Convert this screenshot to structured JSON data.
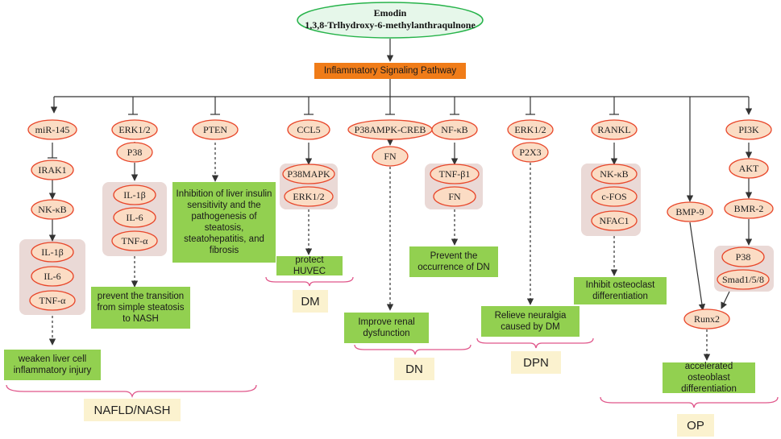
{
  "root": {
    "name": "Emodin",
    "formula": "1,3,8-Trlhydroxy-6-methylanthraqulnone",
    "pathway": "Inflammatory Signaling Pathway"
  },
  "nodes": {
    "mir145": "miR-145",
    "irak1": "IRAK1",
    "nkkb_1": "NK-κB",
    "il1b_1": "IL-1β",
    "il6_1": "IL-6",
    "tnfa_1": "TNF-α",
    "erk12_1": "ERK1/2",
    "p38_1": "P38",
    "il1b_2": "IL-1β",
    "il6_2": "IL-6",
    "tnfa_2": "TNF-α",
    "pten": "PTEN",
    "ccl5": "CCL5",
    "p38mapk": "P38MAPK",
    "erk12_2": "ERK1/2",
    "p38ampk": "P38AMPK-CREB",
    "fn_1": "FN",
    "nfkb": "NF-κB",
    "tnfb1": "TNF-β1",
    "fn_2": "FN",
    "erk12_3": "ERK1/2",
    "p2x3": "P2X3",
    "rankl": "RANKL",
    "nkkb_2": "NK-κB",
    "cfos": "c-FOS",
    "nfac1": "NFAC1",
    "bmp9": "BMP-9",
    "pi3k": "PI3K",
    "akt": "AKT",
    "bmr2": "BMR-2",
    "p38_2": "P38",
    "smad": "Smad1/5/8",
    "runx2": "Runx2"
  },
  "outcomes": {
    "weaken": "weaken liver cell inflammatory injury",
    "prevent_transition": "prevent the transition from simple steatosis to NASH",
    "inhibition_liver": "Inhibition of liver insulin sensitivity and the pathogenesis of steatosis, steatohepatitis, and fibrosis",
    "protect_huvec": "protect HUVEC",
    "improve_renal": "Improve renal dysfunction",
    "prevent_dn": "Prevent the occurrence of DN",
    "relieve_neuralgia": "Relieve neuralgia caused by DM",
    "inhibit_osteoclast": "Inhibit osteoclast differentiation",
    "accelerated_osteoblast": "accelerated osteoblast differentiation"
  },
  "diseases": {
    "nafld": "NAFLD/NASH",
    "dm": "DM",
    "dn": "DN",
    "dpn": "DPN",
    "op": "OP"
  },
  "colors": {
    "oval_fill": "#fbdcc4",
    "oval_stroke": "#e8472b",
    "top_fill": "#e6f7ea",
    "top_stroke": "#27b34a",
    "group_bg": "#ead9d6",
    "green": "#92d050",
    "orange": "#f07c18",
    "disease_bg": "#fbf2cf",
    "brace": "#e0568a"
  }
}
